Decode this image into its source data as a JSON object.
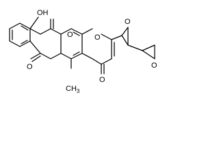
{
  "molecule": {
    "atoms": {
      "hydroxyl": "OH",
      "quinone_upper_oxygen": "O",
      "quinone_lower_oxygen": "O",
      "pyran_oxygen": "O",
      "pyranone_oxygen": "O",
      "methyl": "CH",
      "methyl_subscript": "3",
      "epoxide_oxygen_1": "O",
      "epoxide_oxygen_2": "O"
    }
  },
  "colors": {
    "bond": "#000000",
    "background": "#ffffff"
  }
}
